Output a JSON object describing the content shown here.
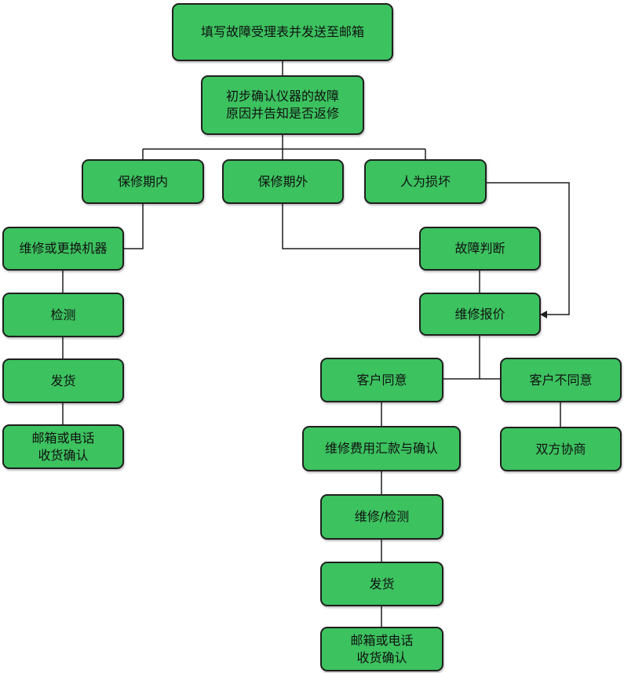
{
  "nodes": [
    {
      "id": "n1",
      "text": "填写故障受理表并发送至邮箱"
    },
    {
      "id": "n2",
      "text": "初步确认仪器的故障\n原因并告知是否返修"
    },
    {
      "id": "n3",
      "text": "保修期内"
    },
    {
      "id": "n4",
      "text": "保修期外"
    },
    {
      "id": "n5",
      "text": "人为损坏"
    },
    {
      "id": "n6",
      "text": "维修或更换机器"
    },
    {
      "id": "n7",
      "text": "检测"
    },
    {
      "id": "n8",
      "text": "发货"
    },
    {
      "id": "n9",
      "text": "邮箱或电话\n收货确认"
    },
    {
      "id": "n10",
      "text": "故障判断"
    },
    {
      "id": "n11",
      "text": "维修报价"
    },
    {
      "id": "n12",
      "text": "客户同意"
    },
    {
      "id": "n13",
      "text": "客户不同意"
    },
    {
      "id": "n14",
      "text": "维修费用汇款与确认"
    },
    {
      "id": "n15",
      "text": "双方协商"
    },
    {
      "id": "n16",
      "text": "维修/检测"
    },
    {
      "id": "n17",
      "text": "发货"
    },
    {
      "id": "n18",
      "text": "邮箱或电话\n收货确认"
    }
  ],
  "colors": {
    "node_fill": "#3cc25f",
    "node_border": "#1f1f1f",
    "line": "#1f1f1f"
  }
}
